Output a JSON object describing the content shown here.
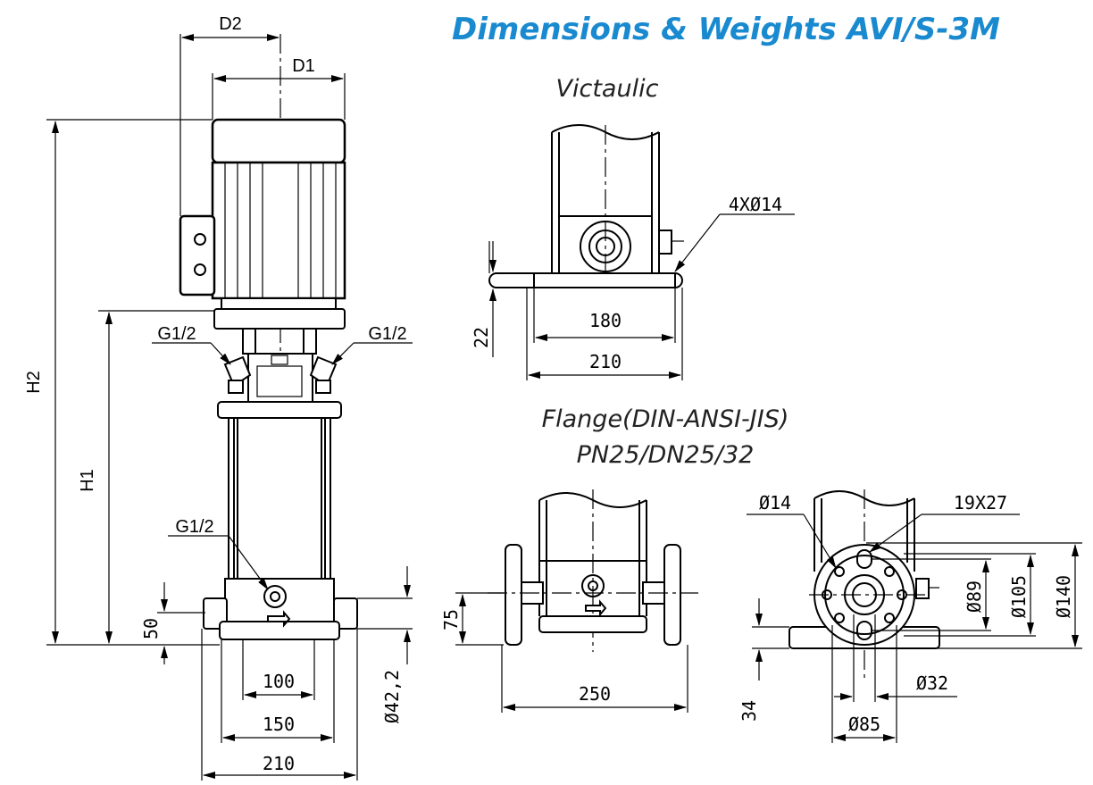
{
  "title": "Dimensions & Weights AVI/S-3M",
  "victaulic": {
    "heading": "Victaulic",
    "holes": "4XØ14",
    "base_height": "22",
    "inner_span": "180",
    "outer_span": "210"
  },
  "flange": {
    "heading_line1": "Flange(DIN-ANSI-JIS)",
    "heading_line2": "PN25/DN25/32",
    "center_height": "75",
    "overall_width": "250",
    "bolt_hole": "Ø14",
    "slot": "19X27",
    "d89": "Ø89",
    "d105": "Ø105",
    "d140": "Ø140",
    "d32": "Ø32",
    "d85": "Ø85",
    "base_height": "34"
  },
  "pump": {
    "d1": "D1",
    "d2": "D2",
    "h1": "H1",
    "h2": "H2",
    "port_left": "G1/2",
    "port_right": "G1/2",
    "port_drain": "G1/2",
    "inlet_height": "50",
    "pipe_diameter": "Ø42,2",
    "span_100": "100",
    "span_150": "150",
    "span_210": "210"
  }
}
